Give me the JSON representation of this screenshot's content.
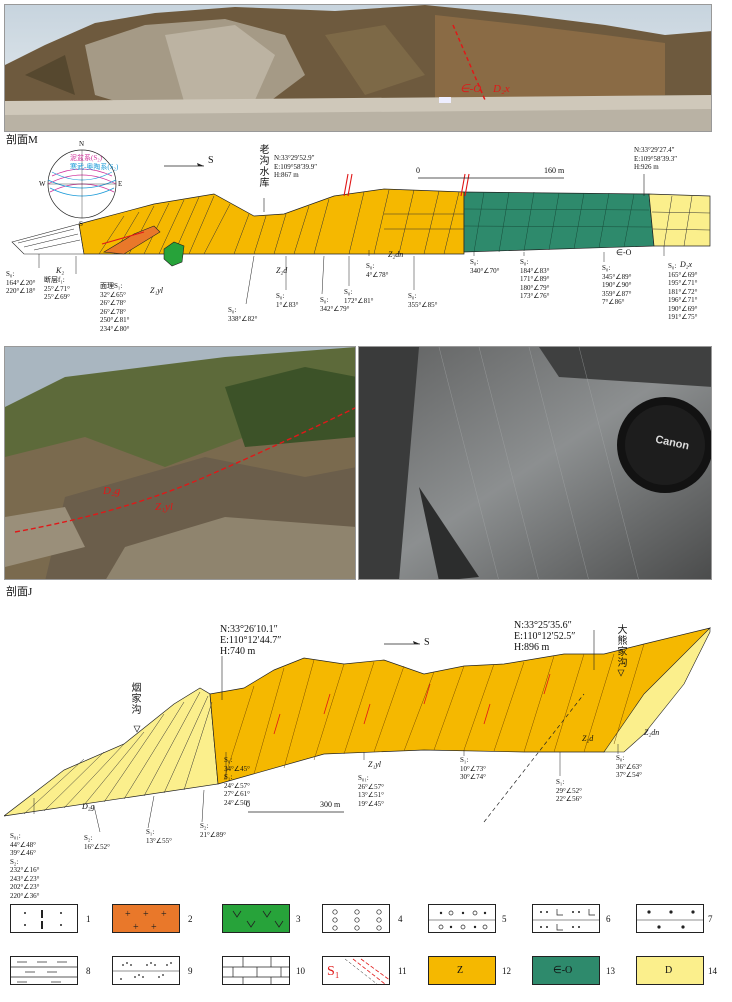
{
  "sectionM": {
    "title": "剖面M",
    "direction": "S",
    "stereonet": {
      "legend1": "泥盆系(S₂)",
      "legend2": "寒武-奥陶系(S₂)",
      "N": "N",
      "E": "E",
      "S": "S",
      "W": "W"
    },
    "reservoir": "老沟水库",
    "scale_start": "0",
    "scale_end": "160 m",
    "coord_left": [
      "N:33°29′52.9″",
      "E:109°58′39.9″",
      "H:867 m"
    ],
    "coord_right": [
      "N:33°29′27.4″",
      "E:109°58′39.3″",
      "H:926 m"
    ],
    "units": {
      "K2": "K₂",
      "Z1yl": "Z₁yl",
      "Z2d": "Z₂d",
      "Z2dn": "Z₂dn",
      "CO": "∈-O",
      "D2x": "D₂x"
    },
    "annotations": [
      {
        "label": "S₀:",
        "lines": [
          "164°∠20°",
          "220°∠18°"
        ]
      },
      {
        "label": "断层f₁:",
        "lines": [
          "25°∠71°",
          "25°∠69°"
        ]
      },
      {
        "label": "面理S₁:",
        "lines": [
          "32°∠65°",
          "26°∠78°",
          "26°∠78°",
          "250°∠81°",
          "234°∠80°"
        ]
      },
      {
        "label": "S₀:",
        "lines": [
          "338°∠82°"
        ]
      },
      {
        "label": "S₀:",
        "lines": [
          "1°∠83°"
        ]
      },
      {
        "label": "S₀:",
        "lines": [
          "342°∠79°"
        ]
      },
      {
        "label": "S₀:",
        "lines": [
          "172°∠81°"
        ]
      },
      {
        "label": "S₀:",
        "lines": [
          "4°∠78°"
        ]
      },
      {
        "label": "S₀:",
        "lines": [
          "355°∠85°"
        ]
      },
      {
        "label": "S₀:",
        "lines": [
          "340°∠70°"
        ]
      },
      {
        "label": "S₀:",
        "lines": [
          "184°∠83°",
          "171°∠89°",
          "180°∠79°",
          "173°∠76°"
        ]
      },
      {
        "label": "S₀:",
        "lines": [
          "345°∠89°",
          "190°∠90°",
          "359°∠87°",
          "7°∠86°"
        ]
      },
      {
        "label": "S₀:",
        "lines": [
          "165°∠69°",
          "195°∠71°",
          "181°∠72°",
          "196°∠71°",
          "190°∠69°",
          "191°∠75°"
        ]
      }
    ]
  },
  "photoTop": {
    "labels": [
      "∈-O",
      "D₂x"
    ]
  },
  "photoMid": {
    "labels": [
      "D₂g",
      "Z₁yl"
    ]
  },
  "photoRight": {
    "lens_text": "Canon"
  },
  "sectionJ": {
    "title": "剖面J",
    "direction": "S",
    "place_left": "烟家沟",
    "place_right": "大熊家沟",
    "scale_start": "0",
    "scale_end": "300 m",
    "coord_left": [
      "N:33°26′10.1″",
      "E:110°12′44.7″",
      "H:740 m"
    ],
    "coord_right": [
      "N:33°25′35.6″",
      "E:110°12′52.5″",
      "H:896 m"
    ],
    "units": {
      "D2g": "D₂g",
      "Z1yl": "Z₁yl",
      "Z2d": "Z₂d",
      "Z2dn": "Z₂dn"
    },
    "annotations": [
      {
        "label": "S₀₁:",
        "lines": [
          "44°∠48°",
          "39°∠46°"
        ]
      },
      {
        "label": "S₂:",
        "lines": [
          "232°∠16°",
          "243°∠23°",
          "202°∠23°",
          "220°∠36°"
        ]
      },
      {
        "label": "S₂:",
        "lines": [
          "16°∠52°"
        ]
      },
      {
        "label": "S₁:",
        "lines": [
          "13°∠55°"
        ]
      },
      {
        "label": "S₂:",
        "lines": [
          "21°∠89°"
        ]
      },
      {
        "label": "S₀:",
        "lines": [
          "34°∠45°"
        ]
      },
      {
        "label": "S₁:",
        "lines": [
          "24°∠57°",
          "27°∠61°",
          "24°∠50°"
        ]
      },
      {
        "label": "S₀₁:",
        "lines": [
          "26°∠57°",
          "13°∠51°",
          "19°∠45°"
        ]
      },
      {
        "label": "S₁:",
        "lines": [
          "10°∠73°",
          "30°∠74°"
        ]
      },
      {
        "label": "S₁:",
        "lines": [
          "29°∠52°",
          "22°∠56°"
        ]
      },
      {
        "label": "S₀:",
        "lines": [
          "36°∠63°",
          "37°∠54°"
        ]
      }
    ]
  },
  "legend": {
    "items": [
      {
        "num": "1"
      },
      {
        "num": "2",
        "color": "#e9782a"
      },
      {
        "num": "3",
        "color": "#27a33a"
      },
      {
        "num": "4"
      },
      {
        "num": "5"
      },
      {
        "num": "6"
      },
      {
        "num": "7"
      },
      {
        "num": "8"
      },
      {
        "num": "9"
      },
      {
        "num": "10"
      },
      {
        "num": "11",
        "symbol": "S₁"
      },
      {
        "num": "12",
        "symbol": "Z",
        "color": "#f5b800"
      },
      {
        "num": "13",
        "symbol": "∈-O",
        "color": "#2e8a6c"
      },
      {
        "num": "14",
        "symbol": "D",
        "color": "#fbef8c"
      }
    ]
  },
  "colors": {
    "Z": "#f5b800",
    "CO": "#2e8a6c",
    "D": "#fbef8c",
    "fault": "#e01818"
  }
}
